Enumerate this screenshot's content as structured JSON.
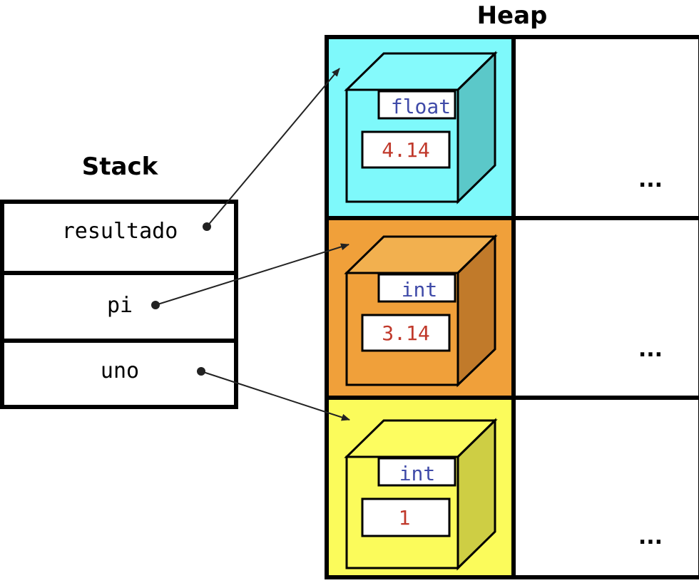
{
  "stack": {
    "title": "Stack",
    "vars": [
      {
        "name": "resultado"
      },
      {
        "name": "pi"
      },
      {
        "name": "uno"
      }
    ]
  },
  "heap": {
    "title": "Heap",
    "objects": [
      {
        "type": "float",
        "value": "4.14",
        "color": "#7ef9fb",
        "top": "#85fafc",
        "side": "#5bc8c9",
        "lid": "#7ef9fb"
      },
      {
        "type": "int",
        "value": "3.14",
        "color": "#f0a03a",
        "top": "#f2b04f",
        "side": "#c17a2a",
        "lid": "#f0a03a"
      },
      {
        "type": "int",
        "value": "1",
        "color": "#fbfb5b",
        "top": "#fdfd60",
        "side": "#cece44",
        "lid": "#fbfb5b"
      }
    ],
    "ellipsis": [
      "...",
      "...",
      "..."
    ]
  },
  "colors": {
    "type_text": "#3f4aa8",
    "value_text": "#c0392b"
  }
}
